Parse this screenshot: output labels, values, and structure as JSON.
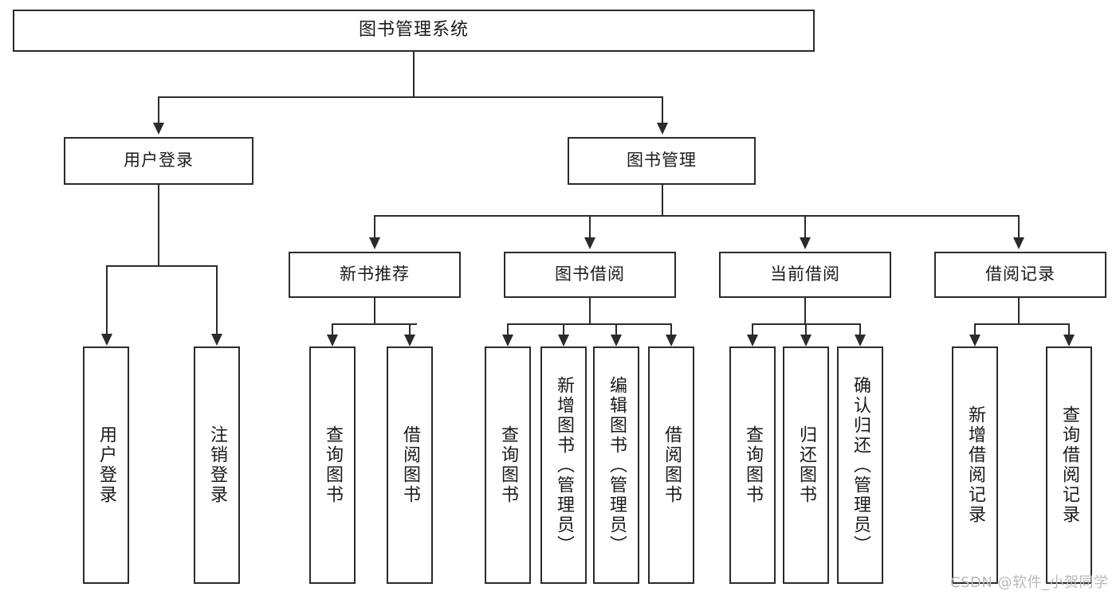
{
  "diagram": {
    "title": "图书管理系统",
    "watermark": "CSDN @软件_小贺同学",
    "colors": {
      "stroke": "#2b2b2b",
      "fill": "#ffffff",
      "text": "#1a1a1a",
      "watermark": "#b9b9b9"
    },
    "nodes": {
      "root": "图书管理系统",
      "level1": {
        "user_login": "用户登录",
        "book_manage": "图书管理"
      },
      "level2": {
        "new_book_recommend": "新书推荐",
        "book_borrow": "图书借阅",
        "current_borrow": "当前借阅",
        "borrow_record": "借阅记录"
      },
      "leaves": {
        "user_login_1": "用户登录",
        "user_login_2": "注销登录",
        "recommend_1": "查询图书",
        "recommend_2": "借阅图书",
        "borrow_1": "查询图书",
        "borrow_2": "新增图书（管理员）",
        "borrow_3": "编辑图书（管理员）",
        "borrow_4": "借阅图书",
        "current_1": "查询图书",
        "current_2": "归还图书",
        "current_3": "确认归还（管理员）",
        "record_1": "新增借阅记录",
        "record_2": "查询借阅记录"
      }
    }
  }
}
